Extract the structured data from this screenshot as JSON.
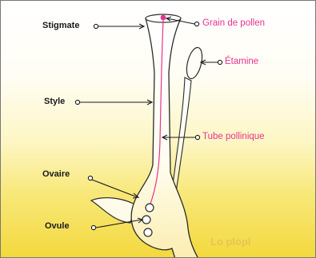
{
  "labels": {
    "stigmate": "Stigmate",
    "style": "Style",
    "ovaire": "Ovaire",
    "ovule": "Ovule",
    "grain_de_pollen": "Grain de pollen",
    "etamine": "Étamine",
    "tube_pollinique": "Tube pollinique"
  },
  "background_text": "Lo plopl",
  "colors": {
    "pink": "#e8338e",
    "outline": "#2a2a2a",
    "bg_yellow": "#f3d93e"
  }
}
